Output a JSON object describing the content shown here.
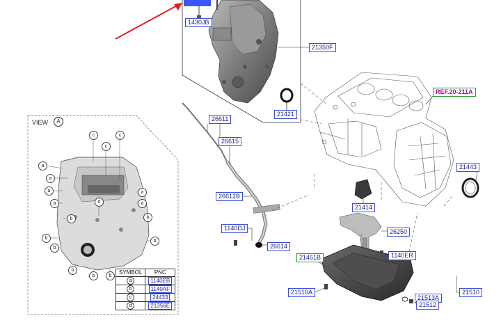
{
  "view": {
    "title": "VIEW",
    "letter": "A"
  },
  "labels": {
    "l1430jb": "1430JB",
    "l21350f": "21350F",
    "l21421": "21421",
    "l26611": "26611",
    "l26615": "26615",
    "l26612b": "26612B",
    "l1140dj": "1140DJ",
    "l26614": "26614",
    "lref": "REF.20-211A",
    "l21443": "21443",
    "l21414": "21414",
    "l26250": "26250",
    "l21451b": "21451B",
    "l1140er": "1140ER",
    "l21516a": "21516A",
    "l21510": "21510",
    "l21513a": "21513A",
    "l21512": "21512",
    "ltop": "21350F"
  },
  "callouts": {
    "a": "a",
    "b": "b",
    "c": "c",
    "d": "d"
  },
  "symbol_table": {
    "header_symbol": "SYMBOL",
    "header_pnc": "PNC",
    "rows": [
      {
        "symbol": "a",
        "pnc": "1140EB"
      },
      {
        "symbol": "b",
        "pnc": "1140AF"
      },
      {
        "symbol": "c",
        "pnc": "24433"
      },
      {
        "symbol": "d",
        "pnc": "21356E"
      }
    ]
  },
  "colors": {
    "arrow": "#e02020",
    "label_border": "#3a4fd8",
    "label_text": "#1c1c8c",
    "highlight_border": "#2c9a2c",
    "ref_text": "#b000b0",
    "selected_fill": "#3d55ff"
  }
}
